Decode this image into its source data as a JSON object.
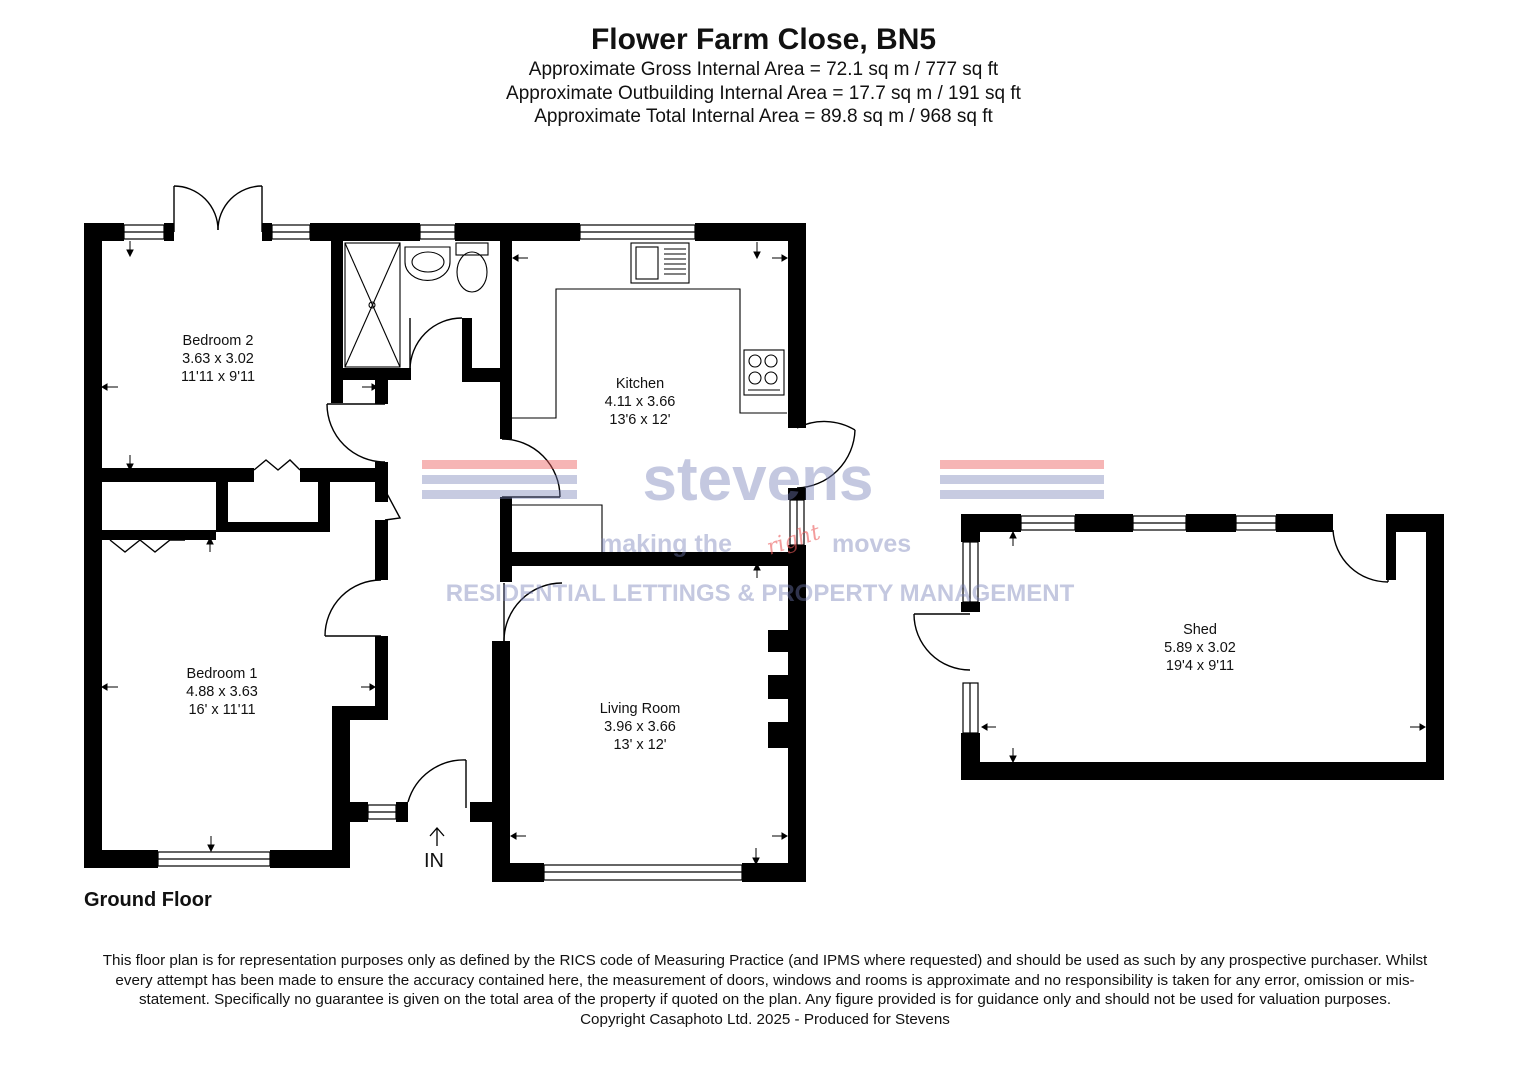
{
  "header": {
    "title": "Flower Farm Close, BN5",
    "gross_area": "Approximate Gross Internal Area = 72.1 sq m / 777 sq ft",
    "outbuilding_area": "Approximate Outbuilding Internal Area = 17.7 sq m / 191 sq ft",
    "total_area": "Approximate Total Internal Area = 89.8 sq m / 968 sq ft"
  },
  "rooms": {
    "bedroom2": {
      "name": "Bedroom 2",
      "metric": "3.63 x 3.02",
      "imperial": "11'11 x 9'11"
    },
    "kitchen": {
      "name": "Kitchen",
      "metric": "4.11 x 3.66",
      "imperial": "13'6 x 12'"
    },
    "bedroom1": {
      "name": "Bedroom 1",
      "metric": "4.88 x 3.63",
      "imperial": "16' x 11'11"
    },
    "living": {
      "name": "Living Room",
      "metric": "3.96 x 3.66",
      "imperial": "13' x 12'"
    },
    "shed": {
      "name": "Shed",
      "metric": "5.89 x 3.02",
      "imperial": "19'4 x 9'11"
    }
  },
  "entrance_label": "IN",
  "floor_label": "Ground Floor",
  "watermark": {
    "brand": "stevens",
    "tagline_start": "making the",
    "tagline_script": "right",
    "tagline_end": "moves",
    "services": "RESIDENTIAL LETTINGS & PROPERTY MANAGEMENT"
  },
  "disclaimer": "This floor plan is for representation purposes only as defined by the RICS code of Measuring Practice (and IPMS where requested) and should be used as such by any prospective purchaser. Whilst every attempt has been made to ensure the accuracy contained here, the measurement of doors, windows and rooms is approximate and no responsibility is taken for any error, omission or mis-statement. Specifically no guarantee is given on the total area of the property if quoted on the plan. Any figure provided is for guidance only and should not be used for valuation purposes.",
  "copyright": "Copyright Casaphoto Ltd. 2025 - Produced for Stevens",
  "colors": {
    "wall": "#000000",
    "watermark_blue": "#737db4",
    "watermark_red": "#eb5a5a"
  }
}
